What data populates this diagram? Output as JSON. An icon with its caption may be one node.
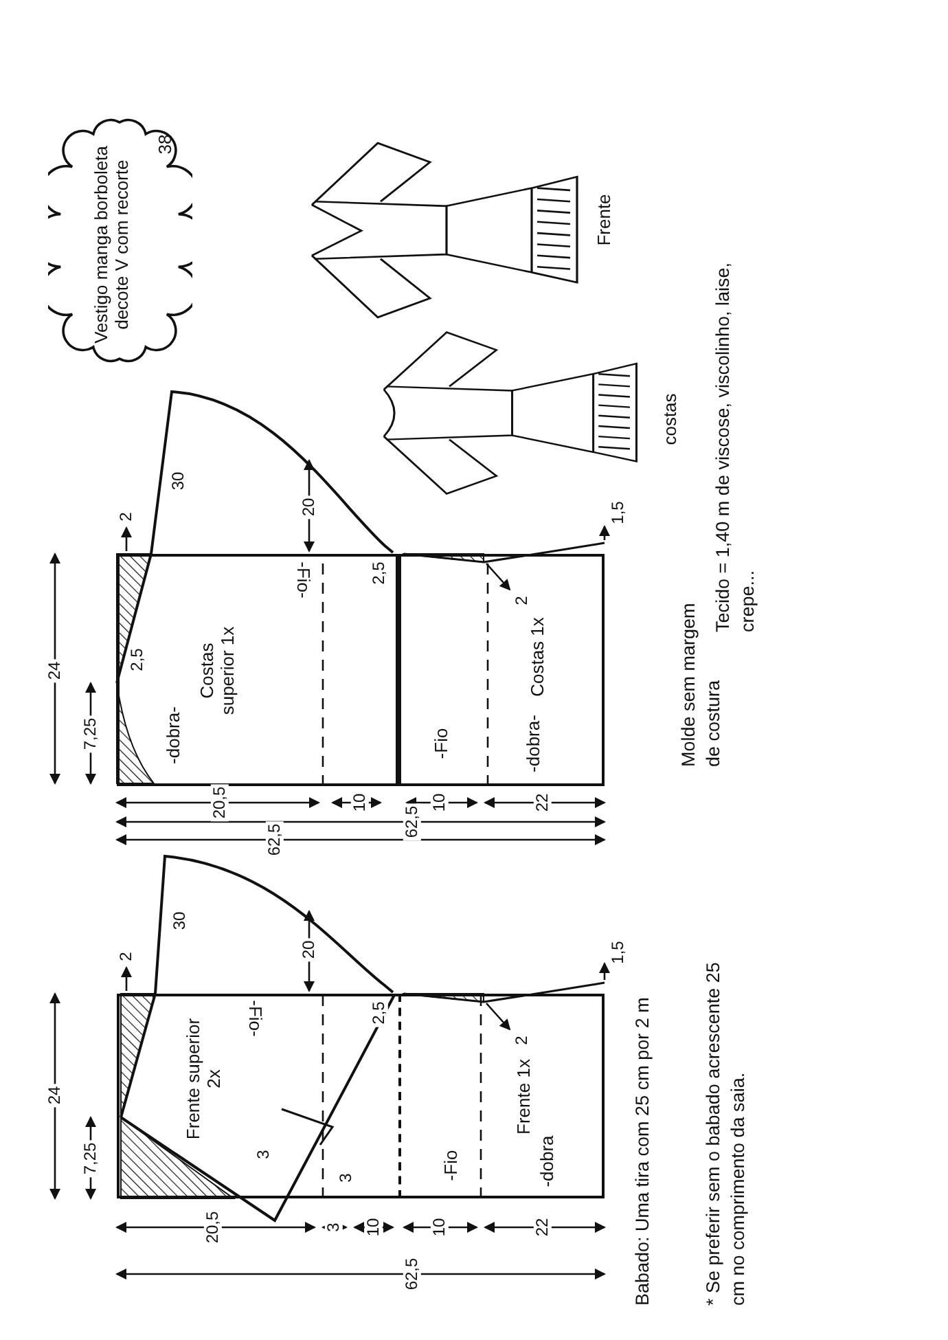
{
  "diagram": {
    "nodes": [
      {
        "text": [
          "Vestigo manga borboleta decote V com recorte",
          "38"
        ]
      },
      {
        "text": [],
        "shape": "picture",
        "beside": [
          "Frente"
        ]
      },
      {
        "text": [],
        "shape": "picture",
        "beside": [
          "costas"
        ]
      },
      {
        "text": [
          "-Fio-",
          "Costas superior 1x",
          "-dobra-"
        ]
      },
      {
        "text": [
          "-Fio",
          "Costas 1x",
          "-dobra-"
        ]
      },
      {
        "text": [
          "-Fio-",
          "Frente superior 2x"
        ]
      },
      {
        "text": [
          "-Fio",
          "Frente 1x",
          "-dobra"
        ]
      }
    ],
    "labels": [
      "24",
      "7,25",
      "2,5",
      "2",
      "30",
      "20",
      "2,5",
      "2",
      "1,5",
      "20,5",
      "10",
      "10",
      "22",
      "62,5",
      "24",
      "7,25",
      "2",
      "30",
      "20",
      "2,5",
      "3",
      "3",
      "2",
      "1,5",
      "20,5",
      "3",
      "10",
      "10",
      "22",
      "62,5",
      "62,5",
      "Molde sem margem de costura",
      "Tecido = 1,40 m de viscose, viscolinho, laise, crepe...",
      "Babado: Uma tira com 25 cm por 2 m",
      "* Se preferir sem o babado acrescente 25 cm no comprimento da saia."
    ]
  }
}
